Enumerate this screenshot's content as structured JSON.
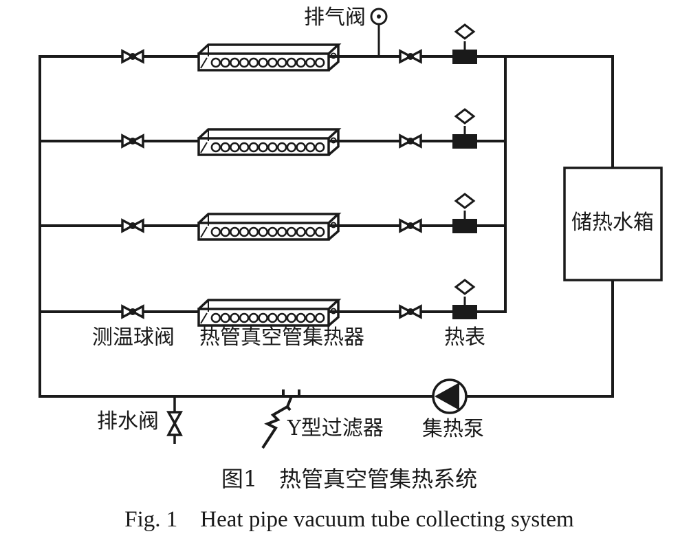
{
  "figure": {
    "caption_cn": "图1　热管真空管集热系统",
    "caption_en": "Fig. 1　Heat pipe vacuum tube collecting system"
  },
  "labels": {
    "air_vent_valve": "排气阀",
    "temp_ball_valve": "测温球阀",
    "collector": "热管真空管集热器",
    "heat_meter": "热表",
    "storage_tank": "储热水箱",
    "drain_valve": "排水阀",
    "y_strainer": "Y型过滤器",
    "pump": "集热泵"
  },
  "branches": [
    {
      "name": "branch-1",
      "has_air_vent": true
    },
    {
      "name": "branch-2",
      "has_air_vent": false
    },
    {
      "name": "branch-3",
      "has_air_vent": false
    },
    {
      "name": "branch-4",
      "has_air_vent": false
    }
  ],
  "collector_tube_count": 12,
  "colors": {
    "line": "#1a1a1a",
    "background": "#ffffff"
  }
}
